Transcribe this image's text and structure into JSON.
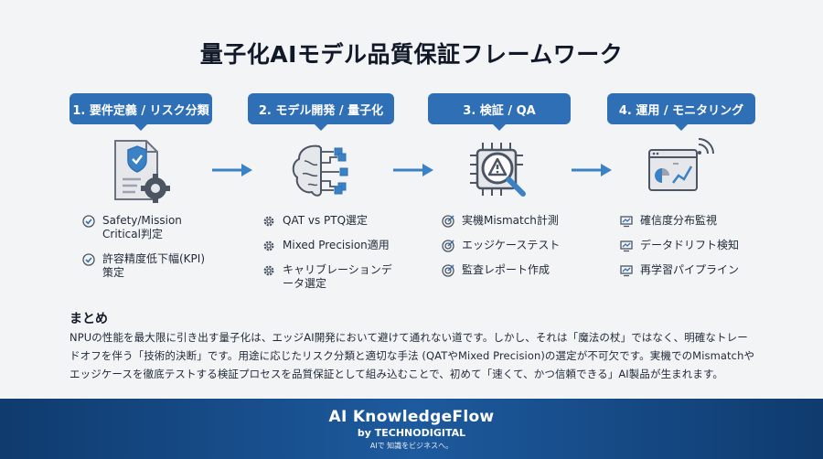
{
  "title": "量子化AIモデル品質保証フレームワーク",
  "steps": [
    {
      "label": "1. 要件定義 / リスク分類",
      "icon": "document-shield-gear-icon",
      "items": [
        "Safety/Mission Critical判定",
        "許容精度低下幅(KPI)策定"
      ],
      "item_icon": "check-circle-icon"
    },
    {
      "label": "2. モデル開発 / 量子化",
      "icon": "brain-circuit-icon",
      "items": [
        "QAT vs PTQ選定",
        "Mixed Precision適用",
        "キャリブレーションデータ選定"
      ],
      "item_icon": "gear-icon"
    },
    {
      "label": "3. 検証 / QA",
      "icon": "chip-warning-magnifier-icon",
      "items": [
        "実機Mismatch計測",
        "エッジケーステスト",
        "監査レポート作成"
      ],
      "item_icon": "target-icon"
    },
    {
      "label": "4. 運用 / モニタリング",
      "icon": "dashboard-monitor-icon",
      "items": [
        "確信度分布監視",
        "データドリフト検知",
        "再学習パイプライン"
      ],
      "item_icon": "monitor-icon"
    }
  ],
  "summary": {
    "heading": "まとめ",
    "body": "NPUの性能を最大限に引き出す量子化は、エッジAI開発において避けて通れない道です。しかし、それは「魔法の杖」ではなく、明確なトレードオフを伴う「技術的決断」です。用途に応じたリスク分類と適切な手法 (QATやMixed Precision)の選定が不可欠です。実機でのMismatchやエッジケースを徹底テストする検証プロセスを品質保証として組み込むことで、初めて「速くて、かつ信頼できる」AI製品が生まれます。"
  },
  "footer": {
    "brand": "AI KnowledgeFlow",
    "by": "by TECHNODIGITAL",
    "tagline": "AIで 知識をビジネスへ。"
  },
  "colors": {
    "accent": "#2f6fb5",
    "footer": "#0f3b6e",
    "icon_stroke": "#4b5563"
  }
}
